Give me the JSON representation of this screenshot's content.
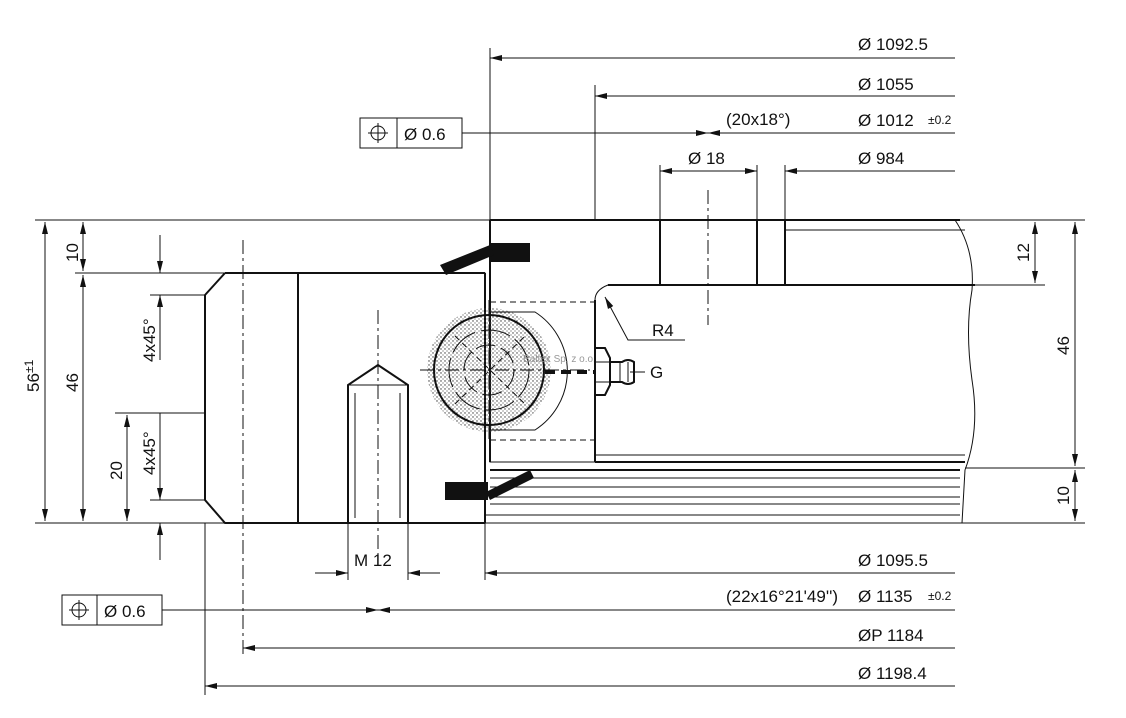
{
  "drawing": {
    "top_dims": {
      "d1092": "Ø 1092.5",
      "d1055": "Ø 1055",
      "holes_top": "(20x18°)",
      "d1012": "Ø 1012",
      "d1012_tol": "±0.2",
      "d18": "Ø 18",
      "d984": "Ø 984"
    },
    "bottom_dims": {
      "d1095": "Ø 1095.5",
      "holes_bottom": "(22x16°21'49'')",
      "d1135": "Ø 1135",
      "d1135_tol": "±0.2",
      "dp1184": "ØP 1184",
      "d1198": "Ø 1198.4",
      "thread": "M 12"
    },
    "position_tol_top": {
      "symbol": "⌖",
      "value": "Ø 0.6"
    },
    "position_tol_bottom": {
      "symbol": "⌖",
      "value": "Ø 0.6"
    },
    "left_dims": {
      "total": "56",
      "total_tol": "±1",
      "d10": "10",
      "d46": "46",
      "chamfer1": "4x45°",
      "chamfer2": "4x45°",
      "d20": "20"
    },
    "right_dims": {
      "d12": "12",
      "d46": "46",
      "d10": "10"
    },
    "labels": {
      "radius": "R4",
      "grease": "G",
      "watermark": "Baltex Sp. z o.o."
    }
  }
}
